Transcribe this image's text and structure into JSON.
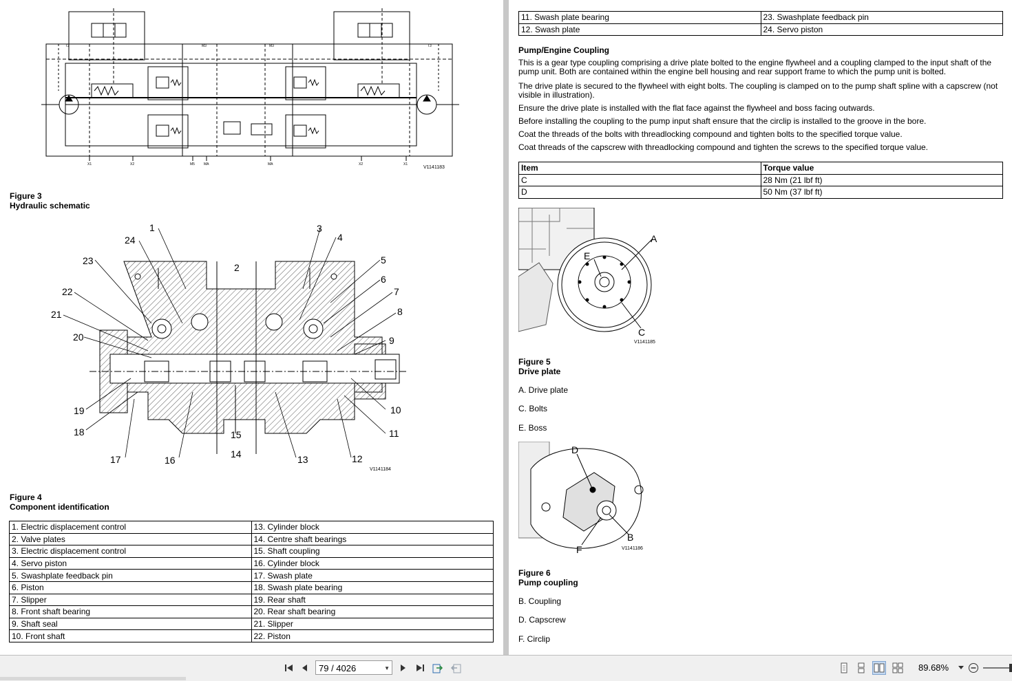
{
  "left_page": {
    "figure3": {
      "code": "V1141183",
      "num": "Figure 3",
      "title": "Hydraulic schematic"
    },
    "figure4": {
      "code": "V1141184",
      "num": "Figure 4",
      "title": "Component identification",
      "callouts": [
        "1",
        "2",
        "3",
        "4",
        "5",
        "6",
        "7",
        "8",
        "9",
        "10",
        "11",
        "12",
        "13",
        "14",
        "15",
        "16",
        "17",
        "18",
        "19",
        "20",
        "21",
        "22",
        "23",
        "24"
      ]
    },
    "components_table": [
      [
        "1. Electric displacement control",
        "13. Cylinder block"
      ],
      [
        "2. Valve plates",
        "14. Centre shaft bearings"
      ],
      [
        "3. Electric displacement control",
        "15. Shaft coupling"
      ],
      [
        "4. Servo piston",
        "16. Cylinder block"
      ],
      [
        "5. Swashplate feedback pin",
        "17. Swash plate"
      ],
      [
        "6. Piston",
        "18. Swash plate bearing"
      ],
      [
        "7. Slipper",
        "19. Rear shaft"
      ],
      [
        "8. Front shaft bearing",
        "20. Rear shaft bearing"
      ],
      [
        "9. Shaft seal",
        "21. Slipper"
      ],
      [
        "10. Front shaft",
        "22. Piston"
      ]
    ]
  },
  "right_page": {
    "top_table": [
      [
        "11. Swash plate bearing",
        "23. Swashplate feedback pin"
      ],
      [
        "12. Swash plate",
        "24. Servo piston"
      ]
    ],
    "heading": "Pump/Engine Coupling",
    "paragraphs": [
      "This is a gear type coupling comprising a drive plate bolted to the engine flywheel and a coupling clamped to the input shaft of the pump unit. Both are contained within the engine bell housing and rear support frame to which the pump unit is bolted.",
      "The drive plate is secured to the flywheel with eight bolts. The coupling is clamped on to the pump shaft spline with a capscrew (not visible in illustration).",
      "Ensure the drive plate is installed with the flat face against the flywheel and boss facing outwards.",
      "Before installing the coupling to the pump input shaft ensure that the circlip is installed to the groove in the bore.",
      "Coat the threads of the bolts with threadlocking compound and tighten bolts to the specified torque value.",
      "Coat threads of the capscrew with threadlocking compound and tighten the screws to the specified torque value."
    ],
    "torque_table": {
      "headers": [
        "Item",
        "Torque value"
      ],
      "rows": [
        [
          "C",
          "28 Nm (21 lbf ft)"
        ],
        [
          "D",
          "50 Nm (37 lbf ft)"
        ]
      ]
    },
    "figure5": {
      "code": "V1141185",
      "num": "Figure 5",
      "title": "Drive plate",
      "labels": [
        "A",
        "E",
        "C"
      ],
      "items": [
        "A. Drive plate",
        "C. Bolts",
        "E. Boss"
      ]
    },
    "figure6": {
      "code": "V1141186",
      "num": "Figure 6",
      "title": "Pump coupling",
      "labels": [
        "D",
        "B",
        "F"
      ],
      "items": [
        "B. Coupling",
        "D. Capscrew",
        "F. Circlip"
      ]
    }
  },
  "toolbar": {
    "page_field": "79 / 4026",
    "zoom": "89.68%"
  }
}
